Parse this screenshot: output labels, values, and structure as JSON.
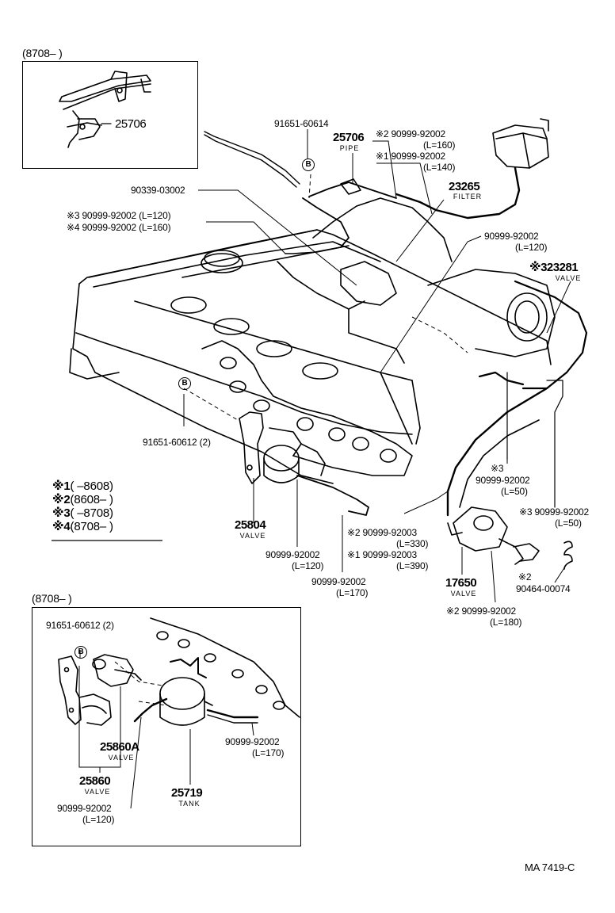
{
  "headers": {
    "top": "(8708–      )",
    "bottom": "(8708–          )"
  },
  "inset_top": {
    "part": "25706"
  },
  "labels": {
    "c91651_60614": "91651-60614",
    "b_mark_top": "B",
    "p25706": "25706",
    "p25706_sub": "PIPE",
    "s2_90999_92002_a": "※2 90999-92002",
    "l160": "(L=160)",
    "s1_90999_92002_a": "※1 90999-92002",
    "l140": "(L=140)",
    "c90339_03002": "90339-03002",
    "p23265": "23265",
    "p23265_sub": "FILTER",
    "s3_line": "※3 90999-92002 (L=120)",
    "s4_line": "※4 90999-92002 (L=160)",
    "c90999_92002_r": "90999-92002",
    "l120_r": "(L=120)",
    "p323281": "※323281",
    "p323281_sub": "VALVE",
    "b_mark_mid": "B",
    "c91651_60612": "91651-60612 (2)",
    "s3_mid": "※3",
    "c90999_92002_mid": "90999-92002",
    "l50_mid": "(L=50)",
    "s3_right": "※3 90999-92002",
    "l50_right": "(L=50)",
    "p25804": "25804",
    "p25804_sub": "VALVE",
    "s2_90999_92003": "※2 90999-92003",
    "l330": "(L=330)",
    "s1_90999_92003": "※1 90999-92003",
    "l390": "(L=390)",
    "c90999_92002_l120": "90999-92002",
    "l120_mid": "(L=120)",
    "c90999_92002_l170": "90999-92002",
    "l170_mid": "(L=170)",
    "p17650": "17650",
    "p17650_sub": "VALVE",
    "s2_small": "※2",
    "c90464_00074": "90464-00074",
    "s2_90999_92002_b": "※2 90999-92002",
    "l180": "(L=180)",
    "in_91651_60612": "91651-60612 (2)",
    "in_b_mark": "B",
    "in_25860A": "25860A",
    "in_25860A_sub": "VALVE",
    "in_25860": "25860",
    "in_25860_sub": "VALVE",
    "in_25719": "25719",
    "in_25719_sub": "TANK",
    "in_90999_92002_a": "90999-92002",
    "in_l170": "(L=170)",
    "in_90999_92002_b": "90999-92002",
    "in_l120": "(L=120)"
  },
  "legend": [
    {
      "mark": "※1",
      "range": "(       –8608)"
    },
    {
      "mark": "※2",
      "range": "(8608–       )"
    },
    {
      "mark": "※3",
      "range": "(       –8708)"
    },
    {
      "mark": "※4",
      "range": "(8708–       )"
    }
  ],
  "footer": "MA  7419-C"
}
